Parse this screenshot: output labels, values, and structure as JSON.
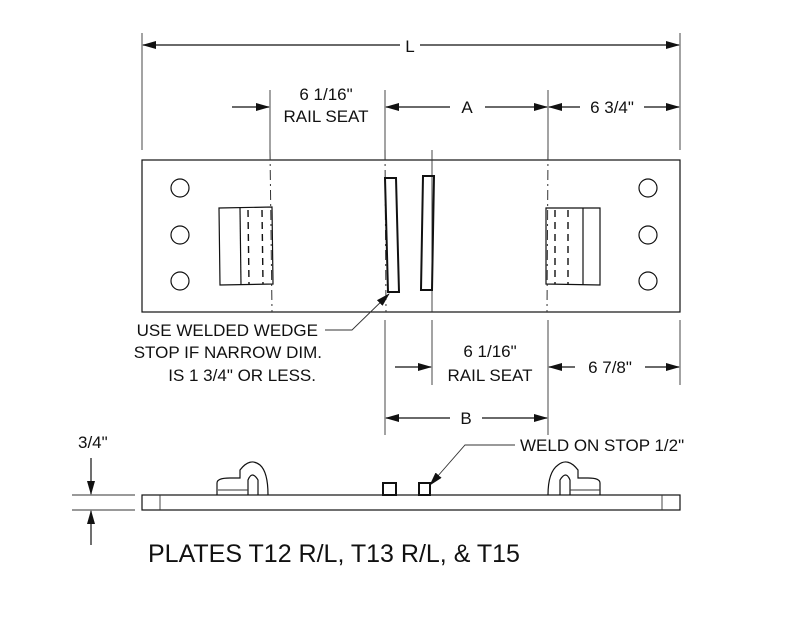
{
  "dimensions": {
    "overall": "L",
    "top_rail_seat_value": "6 1/16\"",
    "top_rail_seat_label": "RAIL SEAT",
    "a": "A",
    "right_top": "6 3/4\"",
    "bottom_rail_seat_value": "6 1/16\"",
    "bottom_rail_seat_label": "RAIL SEAT",
    "right_bottom": "6 7/8\"",
    "b": "B",
    "thickness": "3/4\""
  },
  "notes": {
    "wedge_line1": "USE WELDED WEDGE",
    "wedge_line2": "STOP IF  NARROW DIM.",
    "wedge_line3": "IS 1 3/4\" OR LESS.",
    "weld_stop": "WELD ON STOP 1/2\""
  },
  "title": "PLATES T12 R/L, T13 R/L, & T15"
}
